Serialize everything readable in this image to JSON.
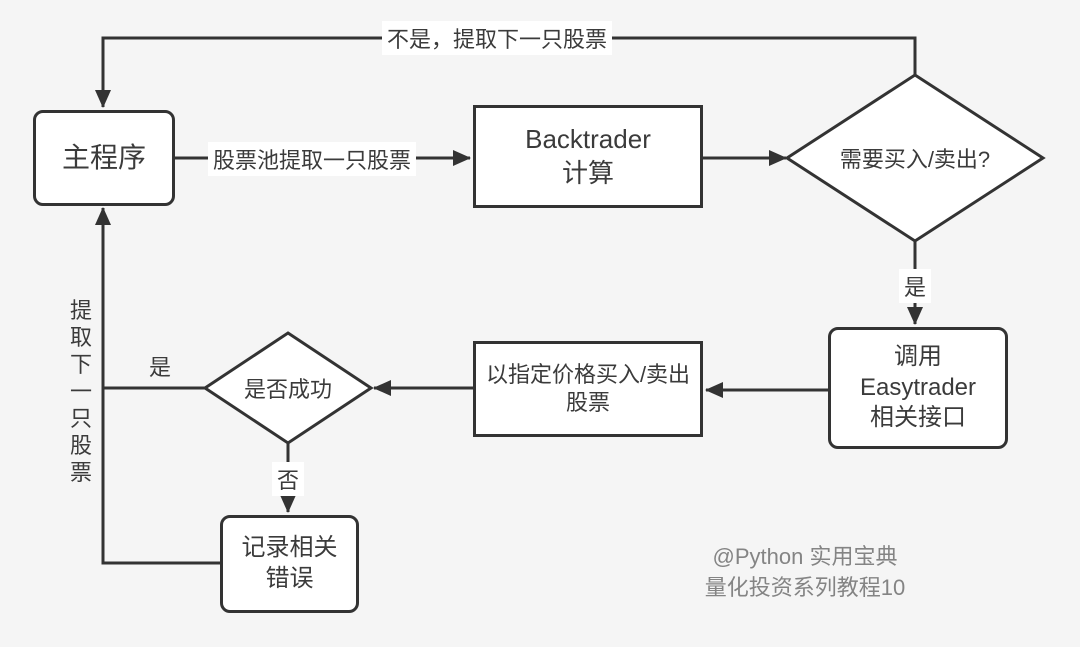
{
  "colors": {
    "bg": "#f5f5f5",
    "stroke": "#333333",
    "fill": "#ffffff",
    "text": "#3b3b3b",
    "muted": "#848484"
  },
  "nodes": {
    "main": {
      "label": "主程序"
    },
    "backtrader": {
      "line1": "Backtrader",
      "line2": "计算"
    },
    "decision_trade": {
      "label": "需要买入/卖出?"
    },
    "easytrader": {
      "line1": "调用",
      "line2": "Easytrader",
      "line3": "相关接口"
    },
    "execute": {
      "label": "以指定价格买入/卖出股票"
    },
    "decision_success": {
      "label": "是否成功"
    },
    "log_error": {
      "label": "记录相关错误"
    }
  },
  "edges": {
    "loop_top": "不是，提取下一只股票",
    "pick_stock": "股票池提取一只股票",
    "yes_to_easytrader": "是",
    "yes_to_main": "是",
    "no_to_log": "否",
    "extract_next_vertical": "提取下一只股票"
  },
  "footer": {
    "line1": "@Python 实用宝典",
    "line2": "量化投资系列教程10"
  }
}
